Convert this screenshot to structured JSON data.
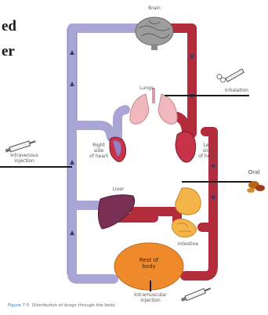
{
  "fragments": {
    "line1": "ed",
    "line2": "er"
  },
  "labels": {
    "brain": "Brain",
    "lungs": "Lungs",
    "inhalation": "Inhalation",
    "right_heart": [
      "Right",
      "side",
      "of heart"
    ],
    "left_heart": [
      "Left",
      "side",
      "of heart"
    ],
    "intravenous": [
      "Intravenous",
      "injection"
    ],
    "liver": "Liver",
    "oral": "Oral",
    "intestine": "Intestine",
    "rest_of_body": [
      "Rest of",
      "body"
    ],
    "intramuscular": [
      "Intramuscular",
      "injection"
    ]
  },
  "caption": {
    "figure": "Figure 7-5",
    "text": "Distribution of drugs through the body"
  },
  "colors": {
    "venous": "#a9a6d6",
    "venous_edge": "#7f7cb8",
    "arterial": "#b22c3c",
    "lungs": "#f0b7bd",
    "liver": "#7a2f54",
    "rest_of_body": "#ef8a2c",
    "intestine": "#f3b44a"
  }
}
